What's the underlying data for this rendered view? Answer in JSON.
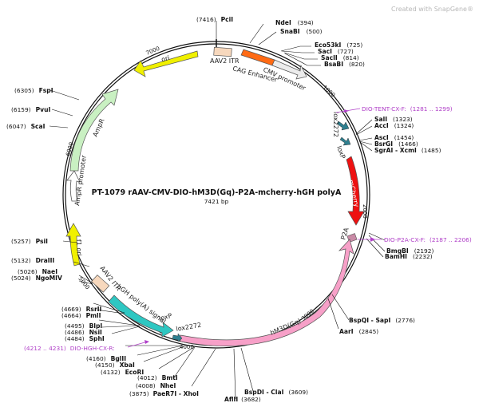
{
  "watermark": "Created with SnapGene®",
  "title": "PT-1079   rAAV-CMV-DIO-hM3D(Gq)-P2A-mcherry-hGH polyA",
  "subtitle": "7421 bp",
  "ticks": [
    "1000",
    "2000",
    "3000",
    "4000",
    "5000",
    "6000",
    "7000"
  ],
  "features": [
    "ori",
    "AAV2 ITR",
    "CMV promoter",
    "CAG Enhancer",
    "lox2272",
    "loxP",
    "mCherry",
    "P2A",
    "hM3D(Gq)",
    "lox2272",
    "loxP",
    "hGH poly(A) signal",
    "AAV2 ITR",
    "f1 ori",
    "AmpR promoter",
    "AmpR"
  ],
  "sites": [
    {
      "pos": "(7416)",
      "name": "PciI"
    },
    {
      "name": "NdeI",
      "pos": "(394)"
    },
    {
      "name": "SnaBI",
      "pos": "(500)"
    },
    {
      "name": "Eco53kI",
      "pos": "(725)"
    },
    {
      "name": "SacI",
      "pos": "(727)"
    },
    {
      "name": "SacII",
      "pos": "(814)"
    },
    {
      "name": "BsaBI",
      "pos": "(820)"
    },
    {
      "name": "SalI",
      "pos": "(1323)"
    },
    {
      "name": "AccI",
      "pos": "(1324)"
    },
    {
      "name": "AscI",
      "pos": "(1454)"
    },
    {
      "name": "BsrGI",
      "pos": "(1466)"
    },
    {
      "name": "SgrAI - XcmI",
      "pos": "(1485)"
    },
    {
      "name": "BmgBI",
      "pos": "(2192)"
    },
    {
      "name": "BamHI",
      "pos": "(2232)"
    },
    {
      "name": "BspQI - SapI",
      "pos": "(2776)"
    },
    {
      "name": "AarI",
      "pos": "(2845)"
    },
    {
      "name": "BspDI - ClaI",
      "pos": "(3609)"
    },
    {
      "name": "AflII",
      "pos": "(3682)"
    },
    {
      "pos": "(3875)",
      "name": "PaeR7I - XhoI"
    },
    {
      "pos": "(4008)",
      "name": "NheI"
    },
    {
      "pos": "(4012)",
      "name": "BmtI"
    },
    {
      "pos": "(4132)",
      "name": "EcoRI"
    },
    {
      "pos": "(4150)",
      "name": "XbaI"
    },
    {
      "pos": "(4160)",
      "name": "BglII"
    },
    {
      "pos": "(4484)",
      "name": "SphI"
    },
    {
      "pos": "(4486)",
      "name": "NsiI"
    },
    {
      "pos": "(4495)",
      "name": "BlpI"
    },
    {
      "pos": "(4664)",
      "name": "PmlI"
    },
    {
      "pos": "(4669)",
      "name": "RsrII"
    },
    {
      "pos": "(5024)",
      "name": "NgoMIV"
    },
    {
      "pos": "(5026)",
      "name": "NaeI"
    },
    {
      "pos": "(5132)",
      "name": "DraIII"
    },
    {
      "pos": "(5257)",
      "name": "PsiI"
    },
    {
      "pos": "(6047)",
      "name": "ScaI"
    },
    {
      "pos": "(6159)",
      "name": "PvuI"
    },
    {
      "pos": "(6305)",
      "name": "FspI"
    }
  ],
  "primers": [
    {
      "name": "DIO-TENT-CX-F:",
      "range": "(1281 .. 1299)"
    },
    {
      "name": "DIO-P2A-CX-F:",
      "range": "(2187 .. 2206)"
    },
    {
      "range": "(4212 .. 4231)",
      "name": "DIO-HGH-CX-R:"
    }
  ],
  "colors": {
    "ori": "#f0f000",
    "itr": "#f7d8bd",
    "cmv": "#e8e8e8",
    "cag": "#ff6a14",
    "lox": "#2f7f8f",
    "mcherry": "#ee1111",
    "p2a": "#c98aa6",
    "hm3d": "#f7a0c8",
    "hgh": "#2ec7c2",
    "f1ori": "#f0f000",
    "ampr": "#c9f0c2",
    "amprprom": "#ffffff",
    "primer": "#b040c8"
  }
}
